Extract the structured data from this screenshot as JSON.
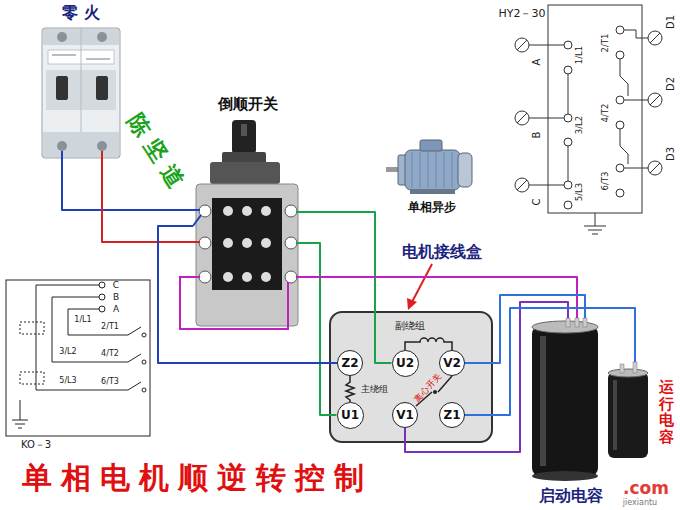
{
  "diagram": {
    "title": "单相电机顺逆转控制",
    "nodes": [
      {
        "text": [
          "零 火"
        ]
      },
      {
        "text": [
          "倒顺开关"
        ]
      },
      {
        "text": [
          "Z2"
        ]
      },
      {
        "text": [
          "U2"
        ]
      },
      {
        "text": [
          "V2"
        ]
      },
      {
        "text": [
          "U1"
        ]
      },
      {
        "text": [
          "V1"
        ]
      },
      {
        "text": [
          "Z1"
        ]
      },
      {
        "text": [
          "启动电容"
        ]
      },
      {
        "text": [
          "运行电容"
        ]
      }
    ],
    "edges": [
      {
        "from": 0,
        "to": 1,
        "arrow": "none"
      },
      {
        "from": 0,
        "to": 1,
        "arrow": "none"
      },
      {
        "from": 1,
        "to": 3,
        "arrow": "none"
      },
      {
        "from": 1,
        "to": 5,
        "arrow": "none"
      },
      {
        "from": 1,
        "to": 2,
        "arrow": "none"
      },
      {
        "from": 1,
        "to": 8,
        "arrow": "none"
      },
      {
        "from": 6,
        "to": 8,
        "arrow": "none"
      },
      {
        "from": 4,
        "to": 8,
        "arrow": "none"
      },
      {
        "from": 7,
        "to": 9,
        "arrow": "none"
      }
    ],
    "labels": [
      "陈坚道",
      "HY2－30",
      "A",
      "B",
      "C",
      "1/L1",
      "3/L2",
      "5/L3",
      "2/T1",
      "4/T2",
      "6/T3",
      "D1",
      "D2",
      "D3",
      "单相异步",
      "电机接线盒",
      "副绕组",
      "主绕组",
      "离心开关",
      "C",
      "B",
      "A",
      "1/L1",
      "3/L2",
      "5/L3",
      "2/T1",
      "4/T2",
      "6/T3",
      "KO－3",
      "jiexiantu",
      ".com"
    ]
  }
}
